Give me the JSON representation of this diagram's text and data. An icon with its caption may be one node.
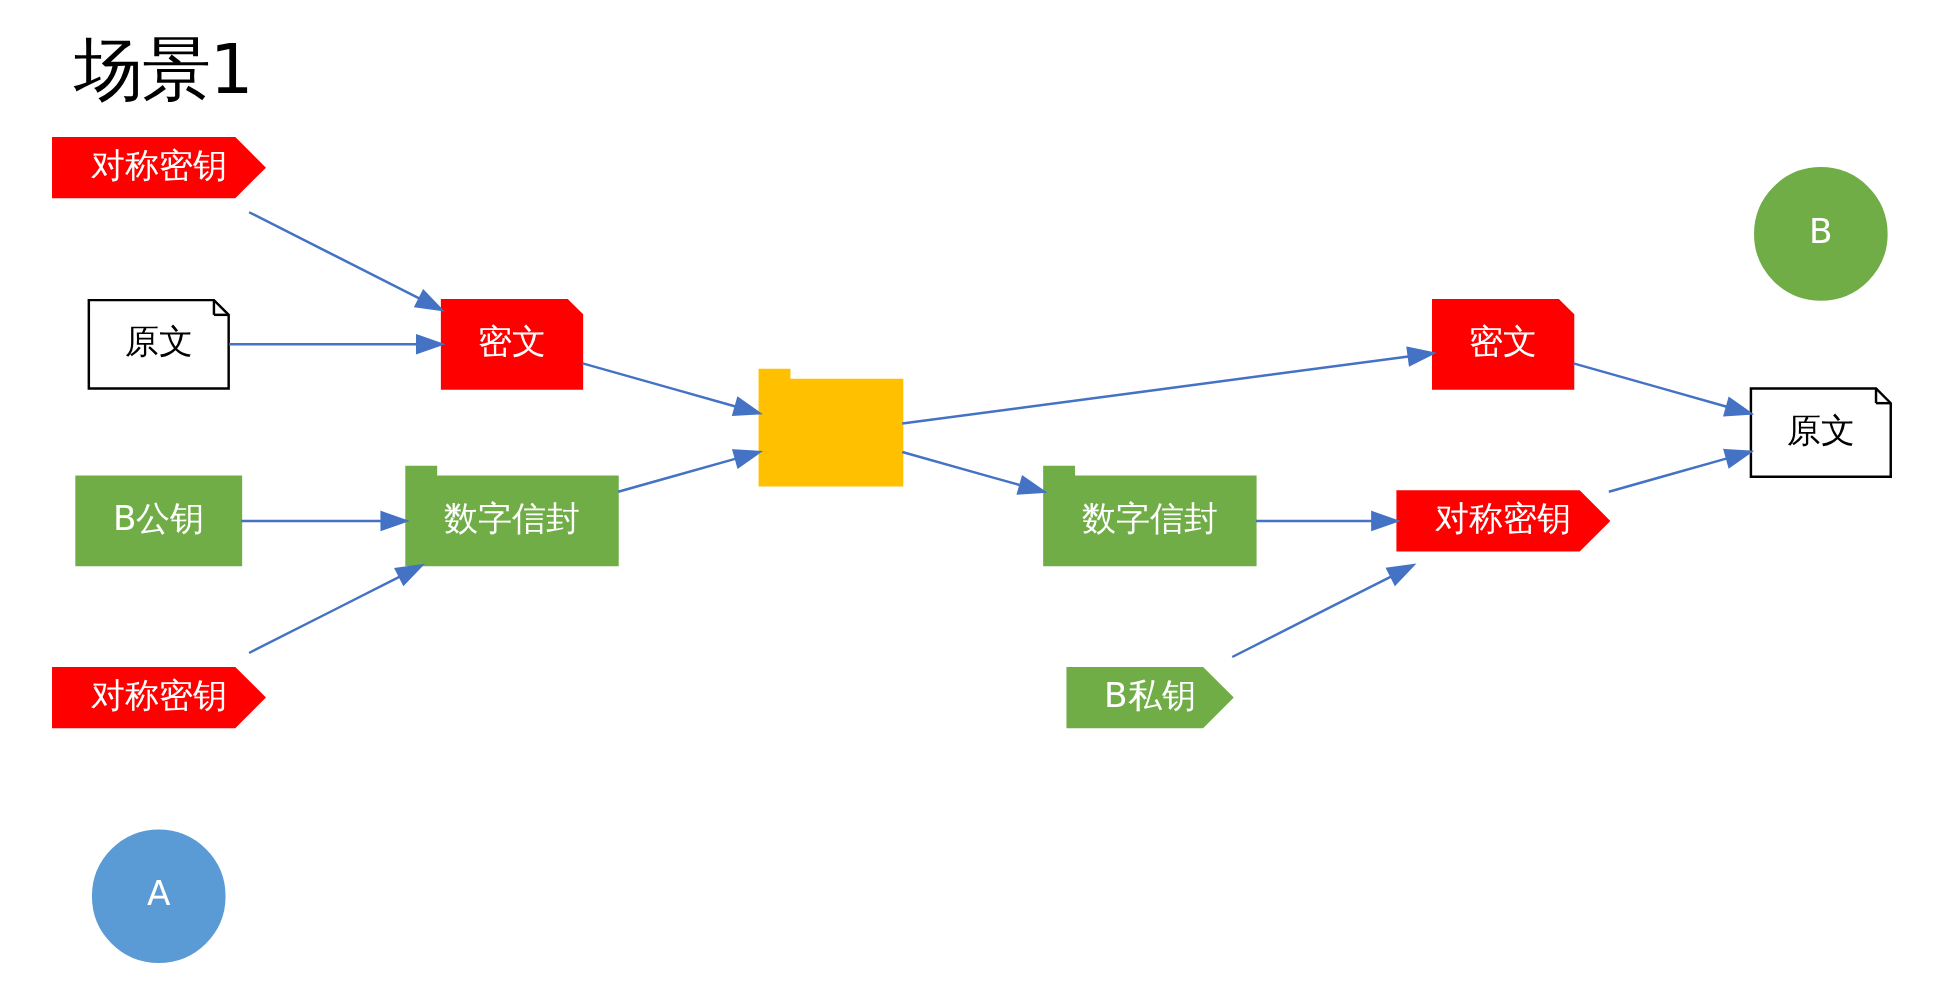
{
  "diagram": {
    "title": "场景1",
    "nodes": [
      {
        "text": [
          "A"
        ]
      },
      {
        "text": [
          "对称密钥"
        ]
      },
      {
        "text": [
          "原文"
        ]
      },
      {
        "text": [
          "密文"
        ]
      },
      {
        "text": [
          "B公钥"
        ]
      },
      {
        "text": [
          "对称密钥"
        ]
      },
      {
        "text": [
          "数字信封"
        ]
      },
      {
        "text": [],
        "shape": "envelope"
      },
      {
        "text": [
          "密文"
        ]
      },
      {
        "text": [
          "数字信封"
        ]
      },
      {
        "text": [
          "对称密钥"
        ]
      },
      {
        "text": [
          "B私钥"
        ]
      },
      {
        "text": [
          "原文"
        ]
      },
      {
        "text": [
          "B"
        ]
      }
    ],
    "edges": [
      {
        "from": 1,
        "to": 3,
        "arrow": "to"
      },
      {
        "from": 2,
        "to": 3,
        "arrow": "to"
      },
      {
        "from": 4,
        "to": 6,
        "arrow": "to"
      },
      {
        "from": 5,
        "to": 6,
        "arrow": "to"
      },
      {
        "from": 3,
        "to": 7,
        "arrow": "to"
      },
      {
        "from": 6,
        "to": 7,
        "arrow": "to"
      },
      {
        "from": 7,
        "to": 8,
        "arrow": "to"
      },
      {
        "from": 7,
        "to": 9,
        "arrow": "to"
      },
      {
        "from": 8,
        "to": 12,
        "arrow": "to"
      },
      {
        "from": 10,
        "to": 12,
        "arrow": "to"
      },
      {
        "from": 9,
        "to": 10,
        "arrow": "to"
      },
      {
        "from": 11,
        "to": 10,
        "arrow": "to"
      }
    ]
  }
}
